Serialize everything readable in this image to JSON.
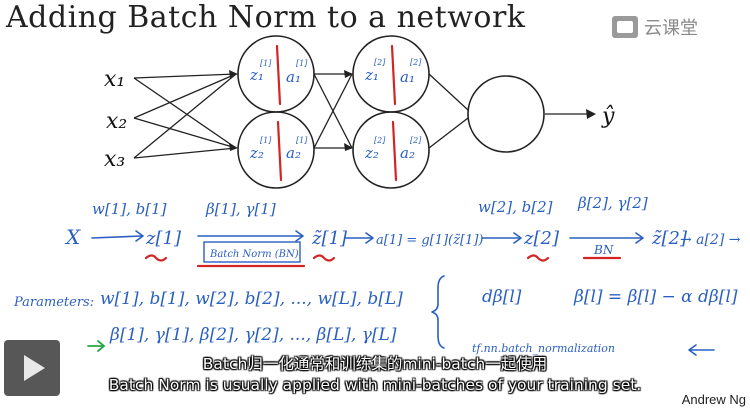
{
  "slide": {
    "title": "Adding Batch Norm to a network",
    "author": "Andrew Ng"
  },
  "logo": {
    "text": "云课堂"
  },
  "network": {
    "inputs": [
      "x₁",
      "x₂",
      "x₃"
    ],
    "output": "ŷ",
    "layer1_nodes": [
      {
        "z": "z₁",
        "z_sup": "[1]",
        "a": "a₁",
        "a_sup": "[1]"
      },
      {
        "z": "z₂",
        "z_sup": "[1]",
        "a": "a₂",
        "a_sup": "[1]"
      }
    ],
    "layer2_nodes": [
      {
        "z": "z₁",
        "z_sup": "[2]",
        "a": "a₁",
        "a_sup": "[2]"
      },
      {
        "z": "z₂",
        "z_sup": "[2]",
        "a": "a₂",
        "a_sup": "[2]"
      }
    ]
  },
  "handwriting": {
    "chain_x": "X",
    "chain_w1b1": "w[1], b[1]",
    "chain_z1": "z[1]",
    "chain_beta1_gamma1": "β[1], γ[1]",
    "chain_batch_norm_box": "Batch Norm (BN)",
    "chain_ztilde1": "z̃[1]",
    "chain_a1": "a[1] = g[1](z̃[1])",
    "chain_w2b2": "w[2], b[2]",
    "chain_z2": "z[2]",
    "chain_beta2_gamma2": "β[2], γ[2]",
    "chain_bn": "BN",
    "chain_ztilde2": "z̃[2]",
    "chain_a2": "→ a[2] →",
    "params_label": "Parameters:",
    "params_row1": "w[1], b[1], w[2], b[2], ..., w[L], b[L]",
    "params_row2": "β[1], γ[1], β[2], γ[2], ..., β[L], γ[L]",
    "dbeta": "dβ[l]",
    "update_rule": "β[l] = β[l] − α dβ[l]",
    "tf_call": "tf.nn.batch_normalization"
  },
  "subtitles": {
    "line_zh": "Batch归一化通常和训练集的mini-batch一起使用",
    "line_en": "Batch Norm is usually applied with mini-batches of your training set."
  },
  "player": {
    "play_icon": "play-icon"
  }
}
